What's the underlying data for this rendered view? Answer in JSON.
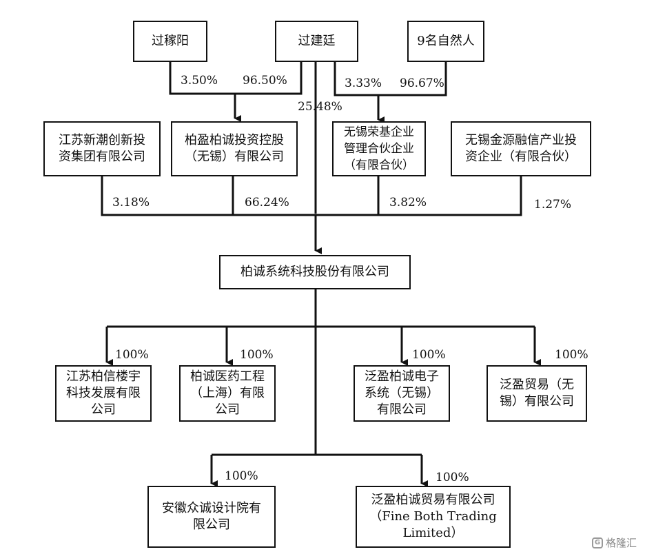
{
  "nodes": {
    "guo_jiayang": "过稼阳",
    "guo_jianting": "过建廷",
    "nine_persons": "9名自然人",
    "jiangsu_xinchao": "江苏新潮创新投\n资集团有限公司",
    "baiying_holding": "柏盈柏诚投资控股\n（无锡）有限公司",
    "wuxi_rongji": "无锡荣基企业\n管理合伙企业\n（有限合伙）",
    "wuxi_jinyuan": "无锡金源融信产业投\n资企业（有限合伙）",
    "baicheng_system": "柏诚系统科技股份有限公司",
    "jiangsu_baixin": "江苏柏信楼宇\n科技发展有限\n公司",
    "baicheng_pharma": "柏诚医药工程\n（上海）有限\n公司",
    "fanying_electronic": "泛盈柏诚电子\n系统（无锡）\n有限公司",
    "fanying_trade_wuxi": "泛盈贸易（无\n锡）有限公司",
    "anhui_zhongcheng": "安徽众诚设计院有\n限公司",
    "fanying_trading": "泛盈柏诚贸易有限公司\n（Fine Both Trading\nLimited）"
  },
  "percentages": {
    "jiayang_to_holding": "3.50%",
    "jianting_to_holding": "96.50%",
    "jianting_direct": "25.48%",
    "jianting_to_rongji": "3.33%",
    "persons_to_rongji": "96.67%",
    "xinchao_to_company": "3.18%",
    "holding_to_company": "66.24%",
    "rongji_to_company": "3.82%",
    "jinyuan_to_company": "1.27%",
    "sub_baixin": "100%",
    "sub_pharma": "100%",
    "sub_electronic": "100%",
    "sub_trade_wuxi": "100%",
    "sub_anhui": "100%",
    "sub_trading": "100%"
  },
  "watermark": "格隆汇",
  "colors": {
    "line": "#111111",
    "background": "#ffffff",
    "watermark": "#8a8a8a"
  }
}
